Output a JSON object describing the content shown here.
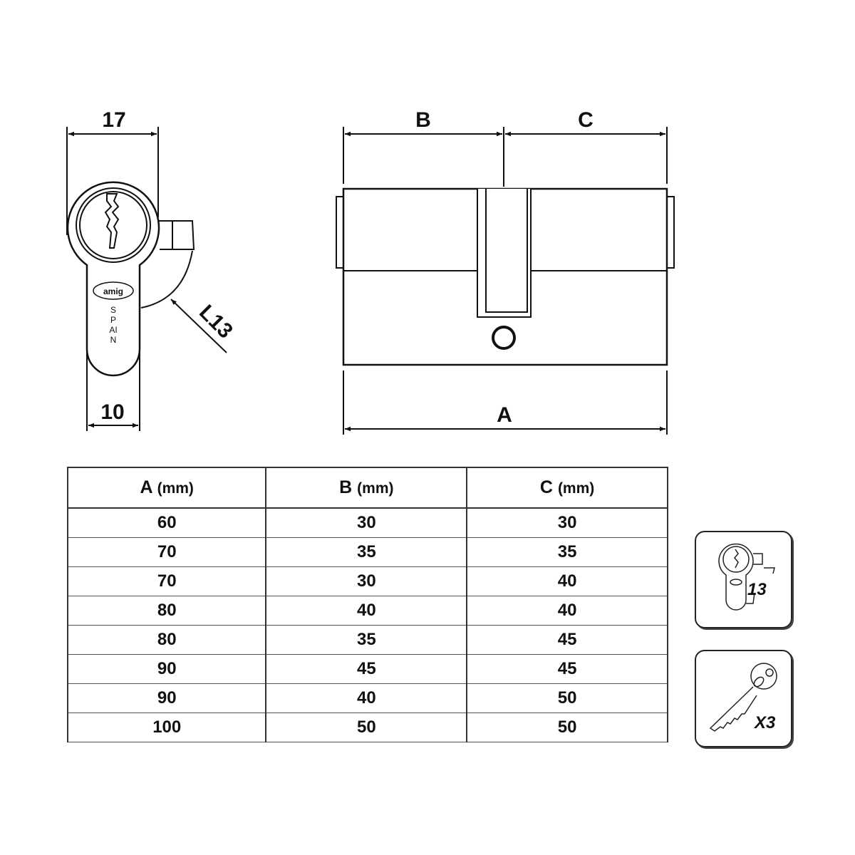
{
  "side_view": {
    "width_top": "17",
    "width_bottom": "10",
    "cam_label": "L13",
    "brand": "amig",
    "origin": "SPAIN"
  },
  "front_view": {
    "dim_b": "B",
    "dim_c": "C",
    "dim_a": "A"
  },
  "table": {
    "headers": [
      {
        "letter": "A",
        "unit": "(mm)"
      },
      {
        "letter": "B",
        "unit": "(mm)"
      },
      {
        "letter": "C",
        "unit": "(mm)"
      }
    ],
    "rows": [
      [
        "60",
        "30",
        "30"
      ],
      [
        "70",
        "35",
        "35"
      ],
      [
        "70",
        "30",
        "40"
      ],
      [
        "80",
        "40",
        "40"
      ],
      [
        "80",
        "35",
        "45"
      ],
      [
        "90",
        "45",
        "45"
      ],
      [
        "90",
        "40",
        "50"
      ],
      [
        "100",
        "50",
        "50"
      ]
    ]
  },
  "icons": {
    "cam_icon_label": "13",
    "keys_label": "X3"
  }
}
